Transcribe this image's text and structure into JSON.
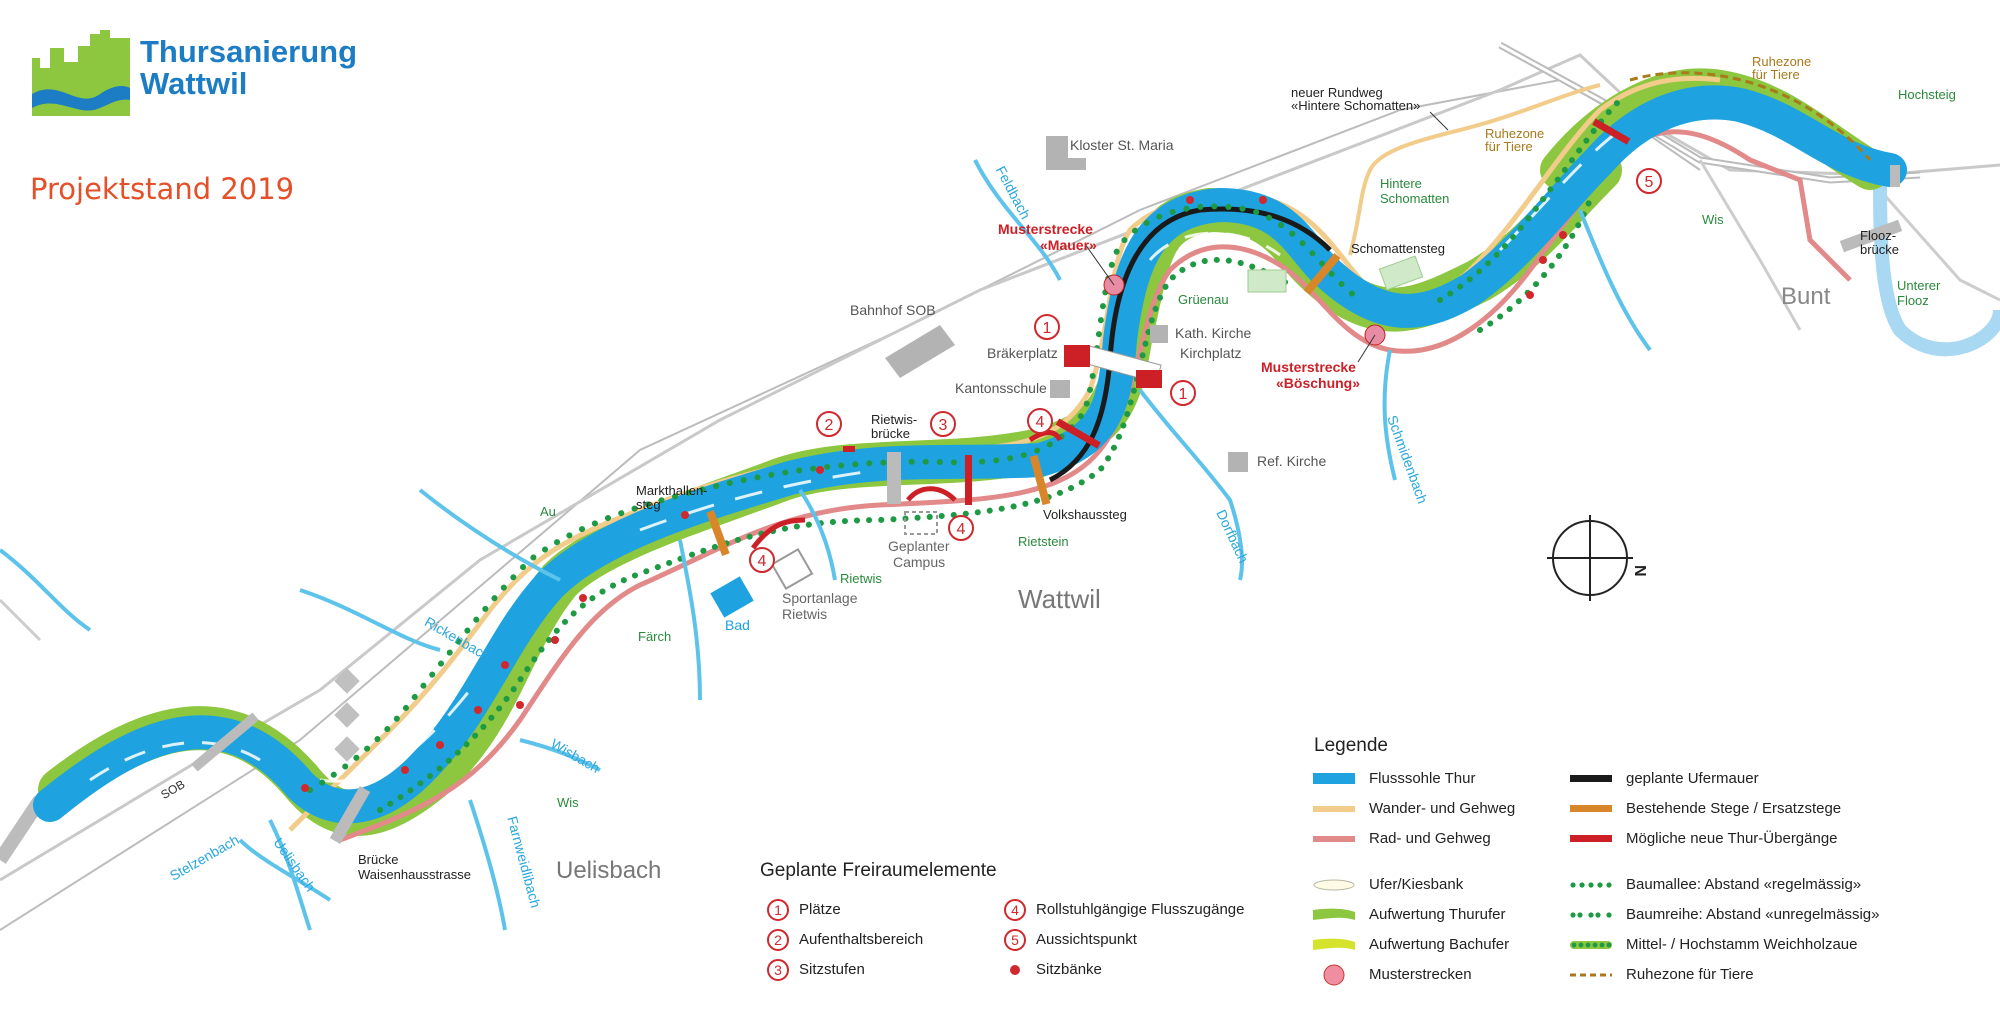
{
  "header": {
    "logo_line1": "Thursanierung",
    "logo_line2": "Wattwil",
    "project_status": "Projektstand 2019"
  },
  "colors": {
    "river": "#1ea3e0",
    "stream": "#5ec3ea",
    "path_hiking": "#f1cc8b",
    "path_bike": "#e28a8a",
    "wall": "#1a1a1a",
    "bridge_existing": "#d8862a",
    "bridge_new": "#cc1f26",
    "upgrade_bank": "#8dc63f",
    "upgrade_stream_bank": "#d6e32c",
    "trees": "#1e9a45",
    "rest_zone": "#a87a1c",
    "accent_red": "#e3502a",
    "logo_blue": "#1c7cc4",
    "logo_green": "#8dc63f"
  },
  "places": {
    "kloster": "Kloster St. Maria",
    "bahnhof": "Bahnhof SOB",
    "kantonsschule": "Kantonsschule",
    "braekerplatz": "Bräkerplatz",
    "kath_kirche": "Kath. Kirche",
    "kirchplatz": "Kirchplatz",
    "ref_kirche": "Ref. Kirche",
    "wattwil": "Wattwil",
    "uelisbach_town": "Uelisbach",
    "bunt": "Bunt",
    "geplanter_campus": "Geplanter Campus",
    "sportanlage": "Sportanlage Rietwis",
    "bad": "Bad",
    "sob": "SOB"
  },
  "areas": {
    "au": "Au",
    "wis_south": "Wis",
    "faerch": "Färch",
    "rietwis": "Rietwis",
    "rietstein": "Rietstein",
    "gruenau": "Grüenau",
    "hintere_schomatten": "Hintere Schomatten",
    "wis_north": "Wis",
    "hochsteig": "Hochsteig",
    "unterer_flooz": "Unterer Flooz"
  },
  "bridges": {
    "waisenhaus": "Brücke Waisenhausstrasse",
    "markthallensteg": "Markthallen-steg",
    "rietwisbruecke": "Rietwis-brücke",
    "volkshaussteg": "Volkshaussteg",
    "schomattensteg": "Schomattensteg",
    "floozbruecke": "Flooz-brücke"
  },
  "streams": {
    "feldbach": "Feldbach",
    "rickenbach": "Rickenbach",
    "wisbach": "Wisbach",
    "farnweidlibach": "Farnweidlibach",
    "stelzenbach": "Stelzenbach",
    "uelisbach": "Uelisbach",
    "dorfbach": "Dorfbach",
    "schmidenbach": "Schmidenbach"
  },
  "callouts": {
    "mauer_line1": "Musterstrecke",
    "mauer_line2": "«Mauer»",
    "boeschung_line1": "Musterstrecke",
    "boeschung_line2": "«Böschung»",
    "rundweg_line1": "neuer Rundweg",
    "rundweg_line2": "«Hintere Schomatten»",
    "ruhezone": "Ruhezone",
    "fuer_tiere": "für Tiere"
  },
  "markers": {
    "m1": "1",
    "m2": "2",
    "m3": "3",
    "m4": "4",
    "m5": "5"
  },
  "compass": {
    "north": "N"
  },
  "legend": {
    "title": "Legende",
    "items": [
      "Flusssohle Thur",
      "Wander- und Gehweg",
      "Rad- und Gehweg",
      "Ufer/Kiesbank",
      "Aufwertung Thurufer",
      "Aufwertung Bachufer",
      "Musterstrecken",
      "geplante Ufermauer",
      "Bestehende Stege / Ersatzstege",
      "Mögliche neue Thur-Übergänge",
      "Baumallee: Abstand «regelmässig»",
      "Baumreihe: Abstand «unregelmässig»",
      "Mittel- / Hochstamm Weichholzaue",
      "Ruhezone für Tiere"
    ]
  },
  "freiraum": {
    "title": "Geplante Freiraumelemente",
    "items": [
      {
        "num": "1",
        "label": "Plätze"
      },
      {
        "num": "2",
        "label": "Aufenthaltsbereich"
      },
      {
        "num": "3",
        "label": "Sitzstufen"
      },
      {
        "num": "4",
        "label": "Rollstuhlgängige Flusszugänge"
      },
      {
        "num": "5",
        "label": "Aussichtspunkt"
      },
      {
        "num": "",
        "label": "Sitzbänke"
      }
    ]
  }
}
